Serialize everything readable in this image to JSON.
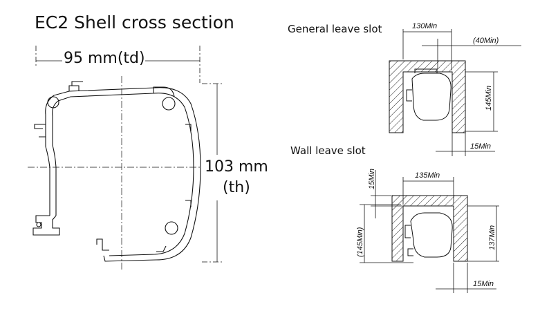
{
  "title": "EC2 Shell cross section",
  "shell": {
    "width_label": "95 mm(td)",
    "height_value": "103 mm",
    "height_unit": "(th)"
  },
  "general_slot": {
    "title": "General leave slot",
    "dim_top": "130Min",
    "dim_right_top": "(40Min)",
    "dim_height": "145Min",
    "dim_bottom": "15Min"
  },
  "wall_slot": {
    "title": "Wall leave slot",
    "dim_top": "135Min",
    "dim_left_top": "15Min",
    "dim_left": "(145Min)",
    "dim_height": "137Min",
    "dim_bottom": "15Min"
  }
}
